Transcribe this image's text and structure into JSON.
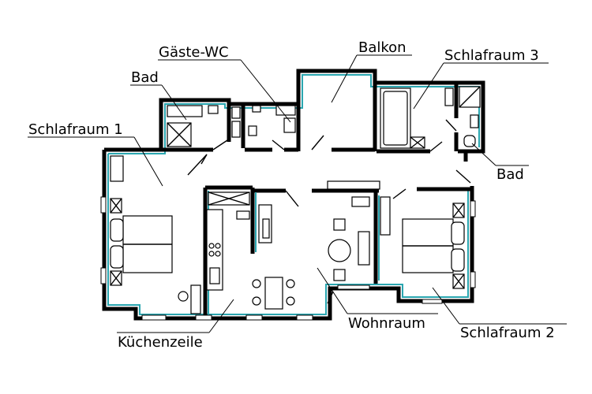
{
  "plan": {
    "colors": {
      "wall": "#000000",
      "wall_accent": "#2aa6b0",
      "background": "#ffffff"
    },
    "rooms": {
      "gaeste_wc": "Gäste-WC",
      "balkon": "Balkon",
      "schlafraum3": "Schlafraum 3",
      "bad_top": "Bad",
      "schlafraum1": "Schlafraum 1",
      "bad_right": "Bad",
      "wohnraum": "Wohnraum",
      "kuechenzeile": "Küchenzeile",
      "schlafraum2": "Schlafraum 2"
    }
  }
}
